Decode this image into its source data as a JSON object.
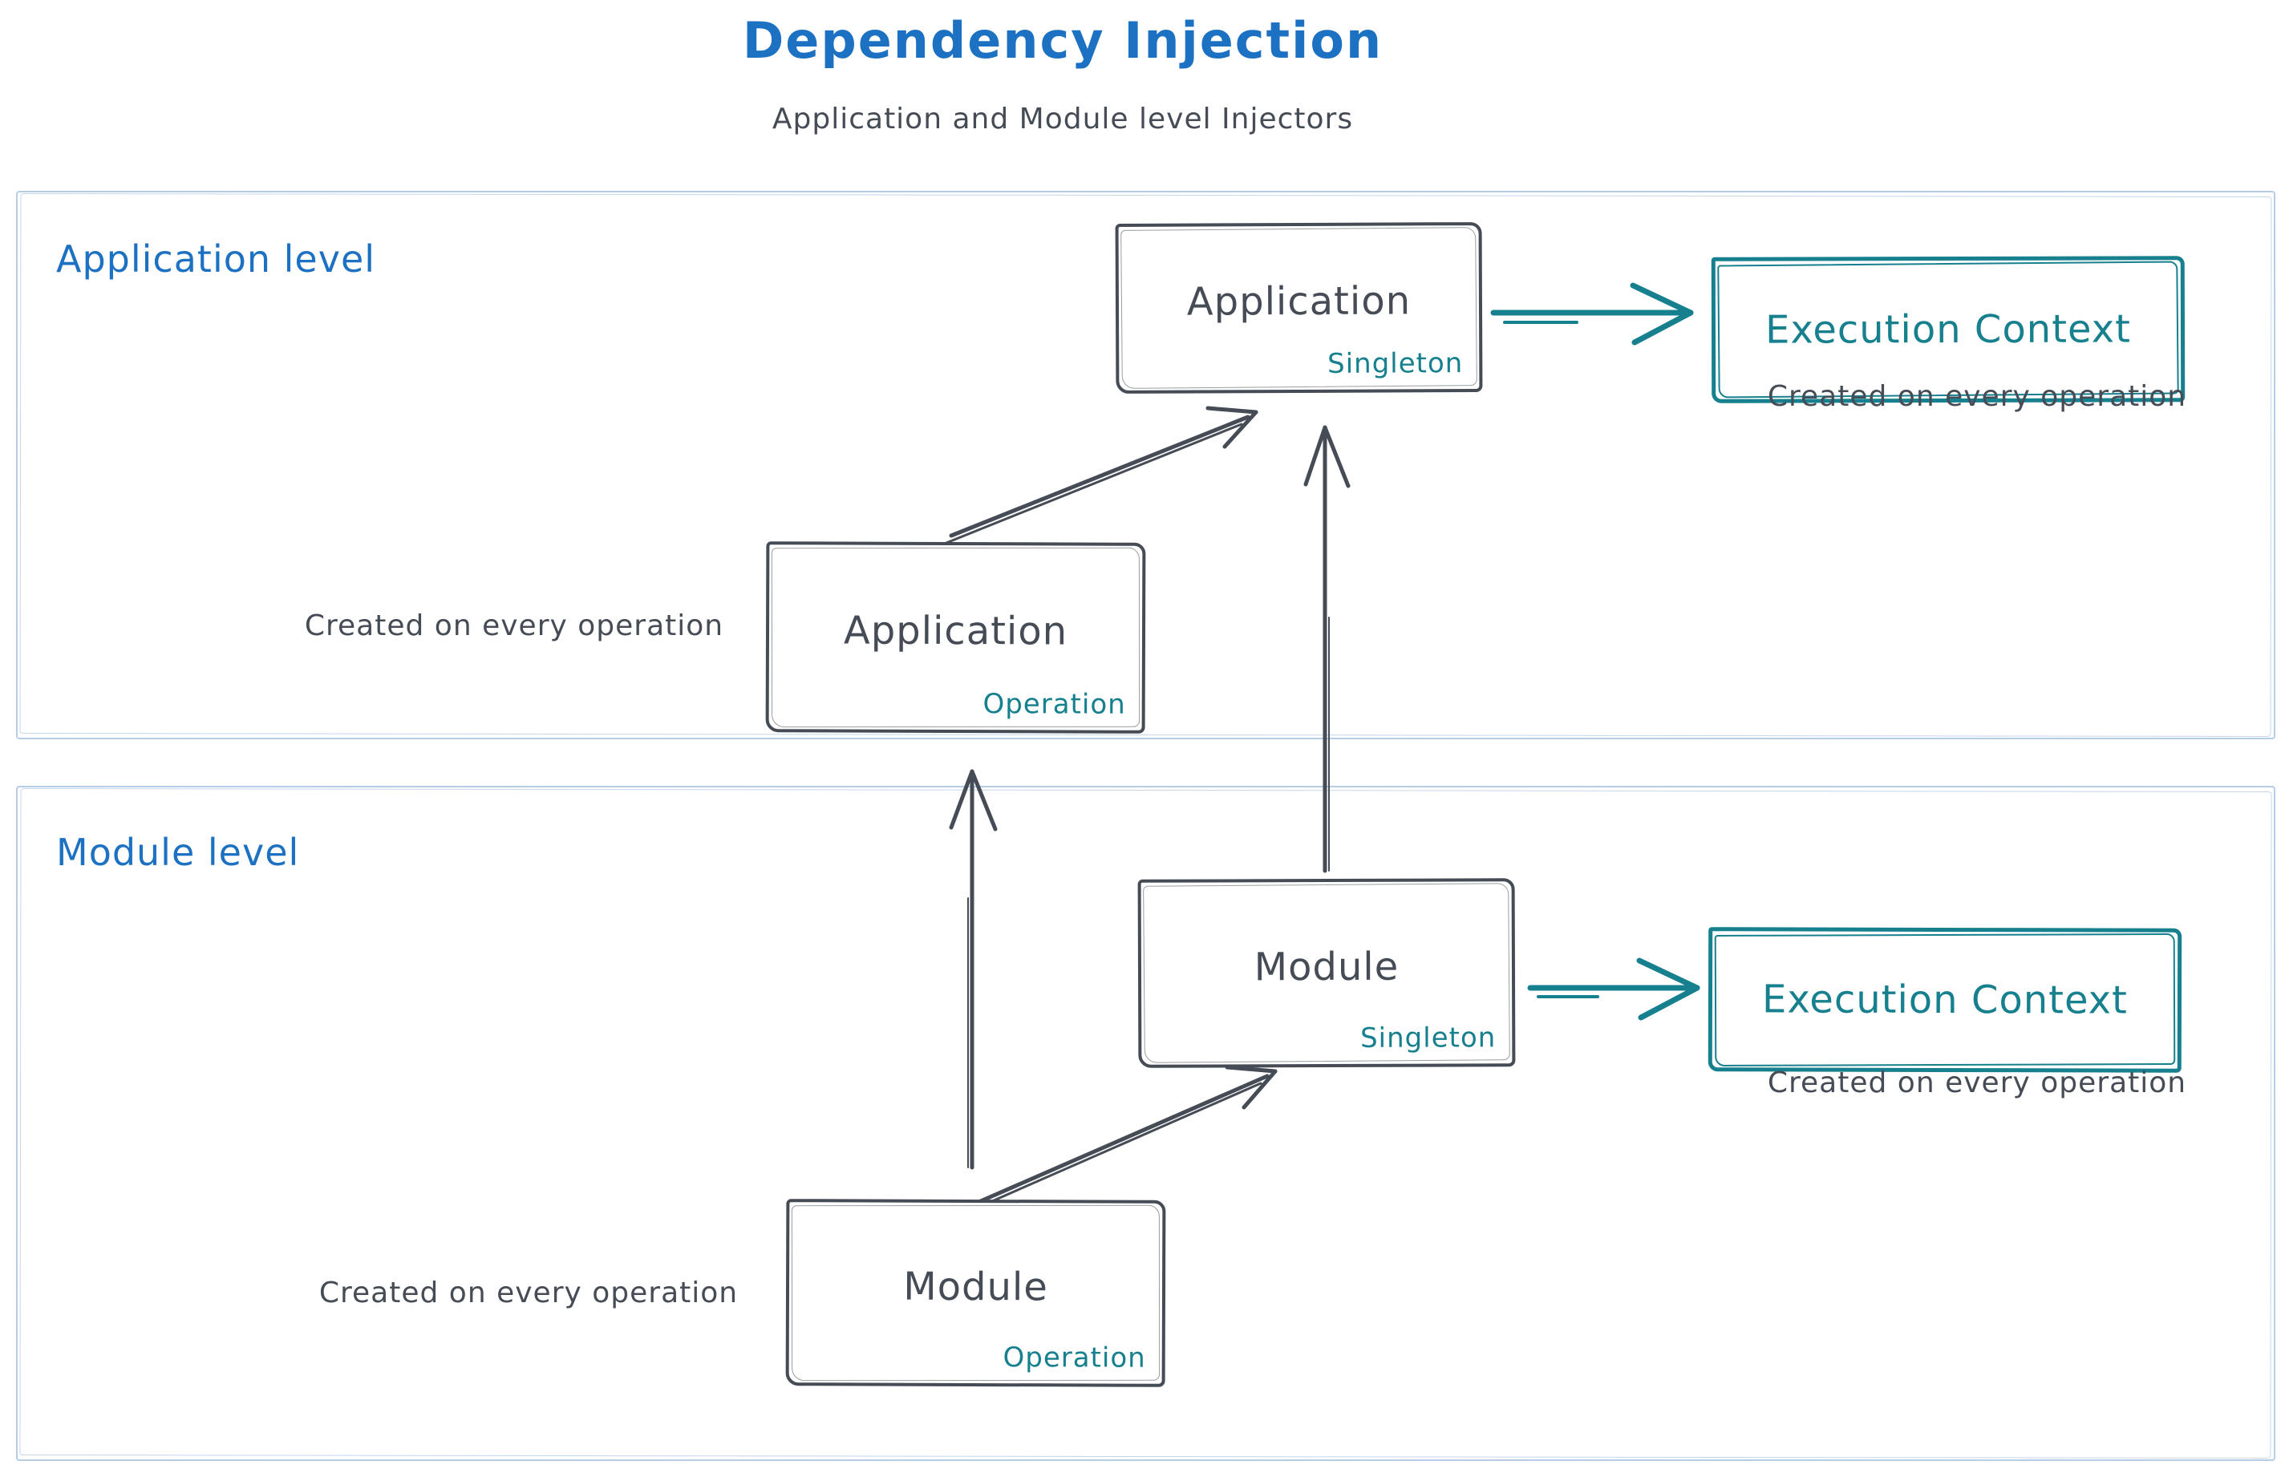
{
  "header": {
    "title": "Dependency Injection",
    "subtitle": "Application and Module level Injectors"
  },
  "sections": {
    "application": {
      "label": "Application level"
    },
    "module": {
      "label": "Module level"
    }
  },
  "boxes": {
    "app_singleton": {
      "title": "Application",
      "tag": "Singleton"
    },
    "app_operation": {
      "title": "Application",
      "tag": "Operation"
    },
    "module_singleton": {
      "title": "Module",
      "tag": "Singleton"
    },
    "module_operation": {
      "title": "Module",
      "tag": "Operation"
    },
    "exec_context_app": {
      "title": "Execution Context"
    },
    "exec_context_module": {
      "title": "Execution Context"
    }
  },
  "captions": {
    "app_exec": "Created on every operation",
    "app_operation": "Created on every operation",
    "module_exec": "Created on every operation",
    "module_operation": "Created on every operation"
  },
  "arrows": [
    {
      "from": "app-operation",
      "to": "app-singleton",
      "style": "ink-diagonal"
    },
    {
      "from": "module-singleton",
      "to": "app-singleton",
      "style": "ink-vertical"
    },
    {
      "from": "module-operation",
      "to": "app-operation",
      "style": "ink-vertical"
    },
    {
      "from": "module-operation",
      "to": "module-singleton",
      "style": "ink-diagonal"
    },
    {
      "from": "app-singleton",
      "to": "exec-context-app",
      "style": "teal-horizontal"
    },
    {
      "from": "module-singleton",
      "to": "exec-context-module",
      "style": "teal-horizontal"
    }
  ],
  "colors": {
    "blue": "#1d71c2",
    "ink": "#464c55",
    "teal": "#17808f",
    "frame": "#b6cde7",
    "background": "#ffffff"
  }
}
